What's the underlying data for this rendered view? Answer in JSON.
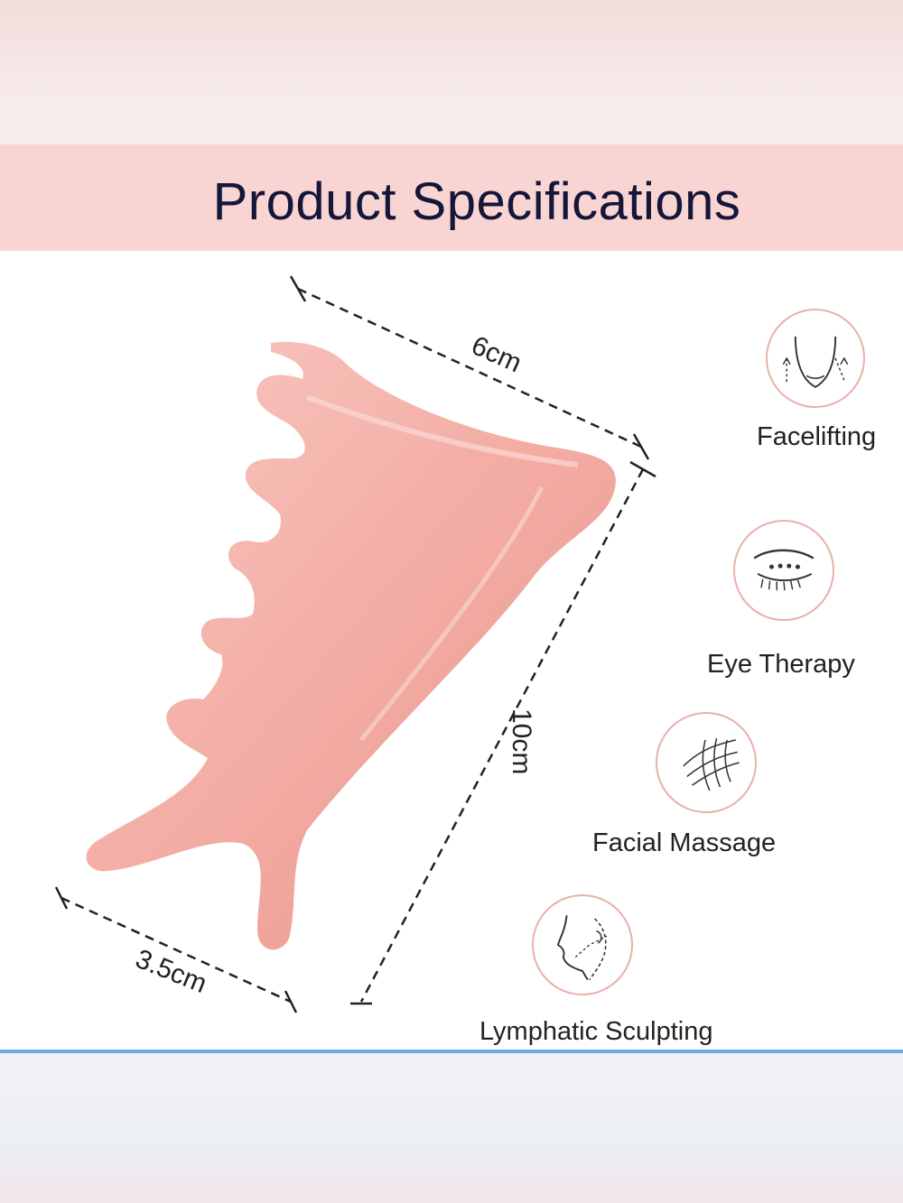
{
  "header": {
    "title": "Product Specifications"
  },
  "dimensions": {
    "width": "6cm",
    "length": "10cm",
    "base": "3.5cm"
  },
  "features": [
    {
      "label": "Facelifting",
      "icon": "face-lift-icon"
    },
    {
      "label": "Eye Therapy",
      "icon": "eye-icon"
    },
    {
      "label": "Facial Massage",
      "icon": "massage-lines-icon"
    },
    {
      "label": "Lymphatic Sculpting",
      "icon": "face-profile-icon"
    }
  ],
  "colors": {
    "accent": "#f8d4d2",
    "stone": "#f0a59c",
    "divider": "#6fa8e0",
    "title": "#14163a"
  }
}
